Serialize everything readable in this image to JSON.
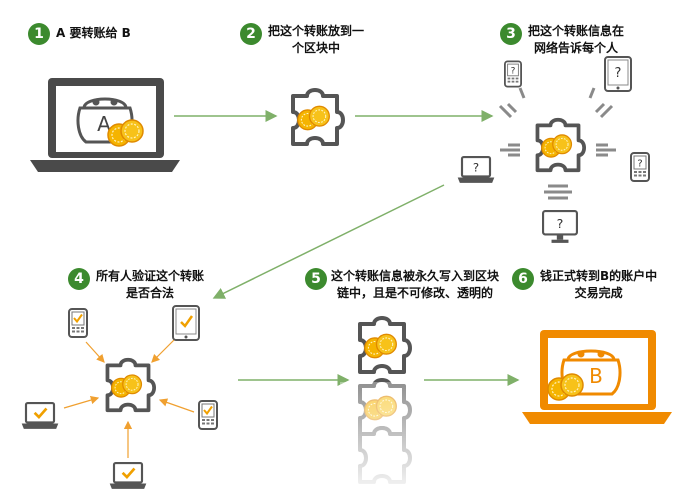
{
  "steps": [
    {
      "num": "1",
      "lines": [
        "A 要转账给 B"
      ]
    },
    {
      "num": "2",
      "lines": [
        "把这个转账放到一",
        "个区块中"
      ]
    },
    {
      "num": "3",
      "lines": [
        "把这个转账信息在",
        "网络告诉每个人"
      ]
    },
    {
      "num": "4",
      "lines": [
        "所有人验证这个转账",
        "是否合法"
      ]
    },
    {
      "num": "5",
      "lines": [
        "这个转账信息被永久写入到区块",
        "链中，且是不可修改、透明的"
      ]
    },
    {
      "num": "6",
      "lines": [
        "钱正式转到B的账户中",
        "交易完成"
      ]
    }
  ],
  "wallet_labels": {
    "sender": "A",
    "receiver": "B"
  },
  "device_mark": "?",
  "colors": {
    "step_badge": "#3c8a2e",
    "arrow": "#7fb069",
    "orange_arrow": "#f0a030",
    "device": "#555555",
    "coin": "#f5b400",
    "laptop_receiver": "#f08a00",
    "check": "#f0a000"
  }
}
